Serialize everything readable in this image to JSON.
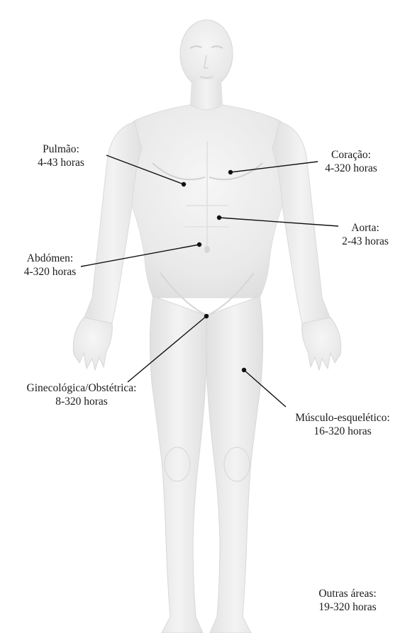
{
  "title": "",
  "regions": [
    {
      "id": "pulmao",
      "name": "Pulmão:",
      "range": "4-43 horas"
    },
    {
      "id": "coracao",
      "name": "Coração:",
      "range": "4-320 horas"
    },
    {
      "id": "aorta",
      "name": "Aorta:",
      "range": "2-43 horas"
    },
    {
      "id": "abdomen",
      "name": "Abdómen:",
      "range": "4-320 horas"
    },
    {
      "id": "gineco",
      "name": "Ginecológica/Obstétrica:",
      "range": "8-320 horas"
    },
    {
      "id": "musculo",
      "name": "Músculo-esquelético:",
      "range": "16-320 horas"
    },
    {
      "id": "outras",
      "name": "Outras áreas:",
      "range": "19-320 horas"
    }
  ],
  "colors": {
    "body_fill": "#ececec",
    "body_shadow": "#d6d6d6",
    "leader": "#111111",
    "text": "#1a1a1a"
  }
}
